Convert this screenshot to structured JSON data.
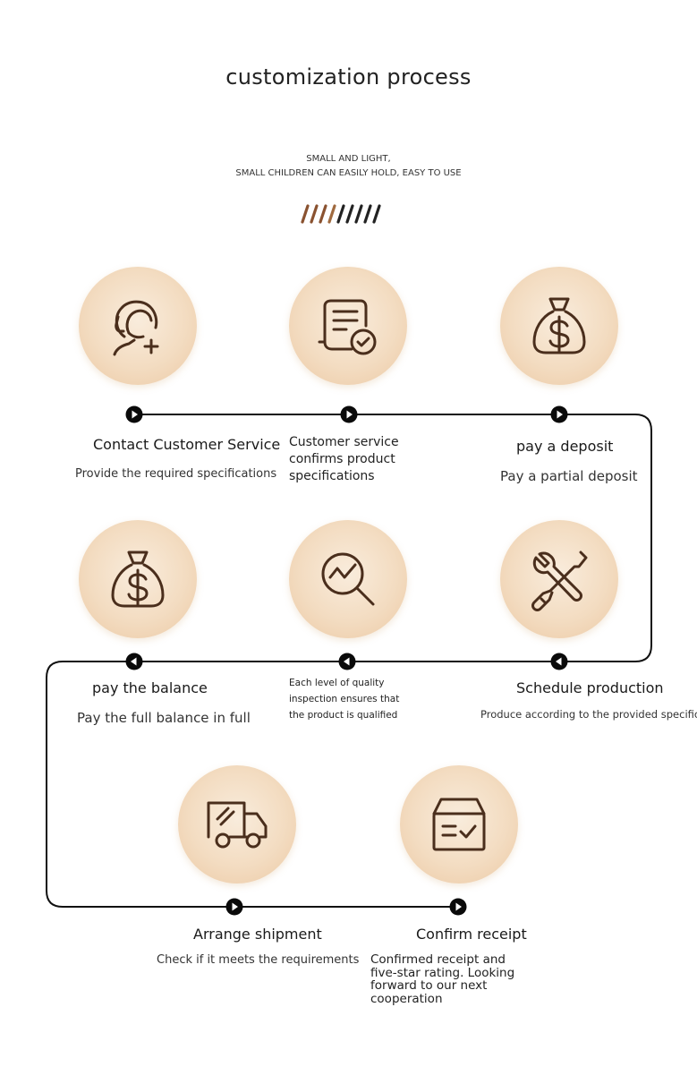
{
  "header": {
    "title": "customization process",
    "subtitle_line1": "SMALL AND LIGHT,",
    "subtitle_line2": "SMALL CHILDREN CAN EASILY HOLD, EASY TO USE"
  },
  "colors": {
    "icon_stroke": "#4a2e1c",
    "circle_light": "#f9ecdc",
    "circle_dark": "#ecc9a4",
    "slash_brown": "#8a5230",
    "line": "#111111"
  },
  "steps": [
    {
      "icon": "customer-service-icon",
      "title": "Contact Customer Service",
      "desc": "Provide the required specifications"
    },
    {
      "icon": "document-check-icon",
      "title": "Customer service confirms product specifications",
      "desc": ""
    },
    {
      "icon": "money-bag-icon",
      "title": "pay a deposit",
      "desc": "Pay a partial deposit"
    },
    {
      "icon": "tools-icon",
      "title": "Schedule production",
      "desc": "Produce according to the provided specifications"
    },
    {
      "icon": "quality-inspection-icon",
      "title": "Each level of quality inspection ensures that the product is qualified",
      "desc": ""
    },
    {
      "icon": "money-bag-icon",
      "title": "pay the balance",
      "desc": "Pay the full balance in full"
    },
    {
      "icon": "delivery-truck-icon",
      "title": "Arrange shipment",
      "desc": "Check if it meets the requirements"
    },
    {
      "icon": "box-check-icon",
      "title": "Confirm receipt",
      "desc": "Confirmed receipt and five-star rating. Looking forward to our next cooperation"
    }
  ]
}
